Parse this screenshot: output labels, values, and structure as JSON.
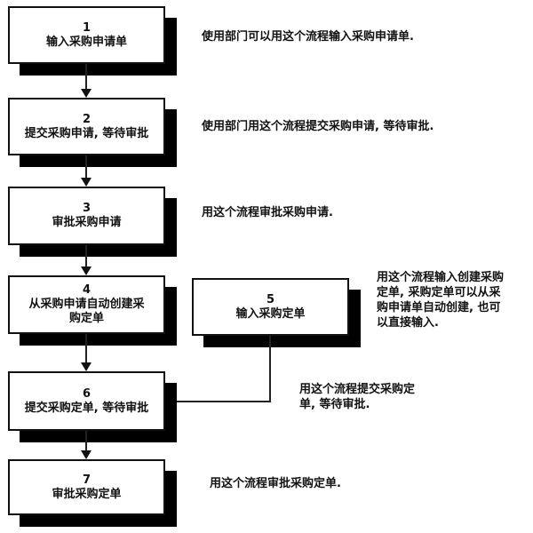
{
  "flowchart": {
    "steps": [
      {
        "number": "1",
        "label": "输入采购申请单"
      },
      {
        "number": "2",
        "label": "提交采购申请, 等待审批"
      },
      {
        "number": "3",
        "label": "审批采购申请"
      },
      {
        "number": "4",
        "label": "从采购申请自动创建采\n购定单"
      },
      {
        "number": "5",
        "label": "输入采购定单"
      },
      {
        "number": "6",
        "label": "提交采购定单, 等待审批"
      },
      {
        "number": "7",
        "label": "审批采购定单"
      }
    ],
    "annotations": [
      {
        "text": "使用部门可以用这个流程输入采购申请单."
      },
      {
        "text": "使用部门用这个流程提交采购申请, 等待审批."
      },
      {
        "text": "用这个流程审批采购申请."
      },
      {
        "text": "用这个流程输入创建采购\n定单, 采购定单可以从采\n购申请单自动创建, 也可\n以直接输入."
      },
      {
        "text": "用这个流程提交采购定\n单, 等待审批."
      },
      {
        "text": "用这个流程审批采购定单."
      }
    ],
    "colors": {
      "background": "#ffffff",
      "box_fill": "#ffffff",
      "box_border": "#111111",
      "shadow": "#000000",
      "line": "#222222",
      "text": "#111111"
    }
  }
}
